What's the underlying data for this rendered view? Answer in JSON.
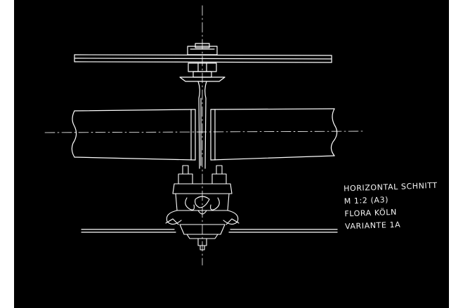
{
  "drawing": {
    "background_color": "#000000",
    "line_color": "#ffffff",
    "notes": [
      "HORIZONTAL SCHNITT",
      "M 1:2 (A3)",
      "FLORA KÖLN",
      "VARIANTE 1A"
    ]
  }
}
